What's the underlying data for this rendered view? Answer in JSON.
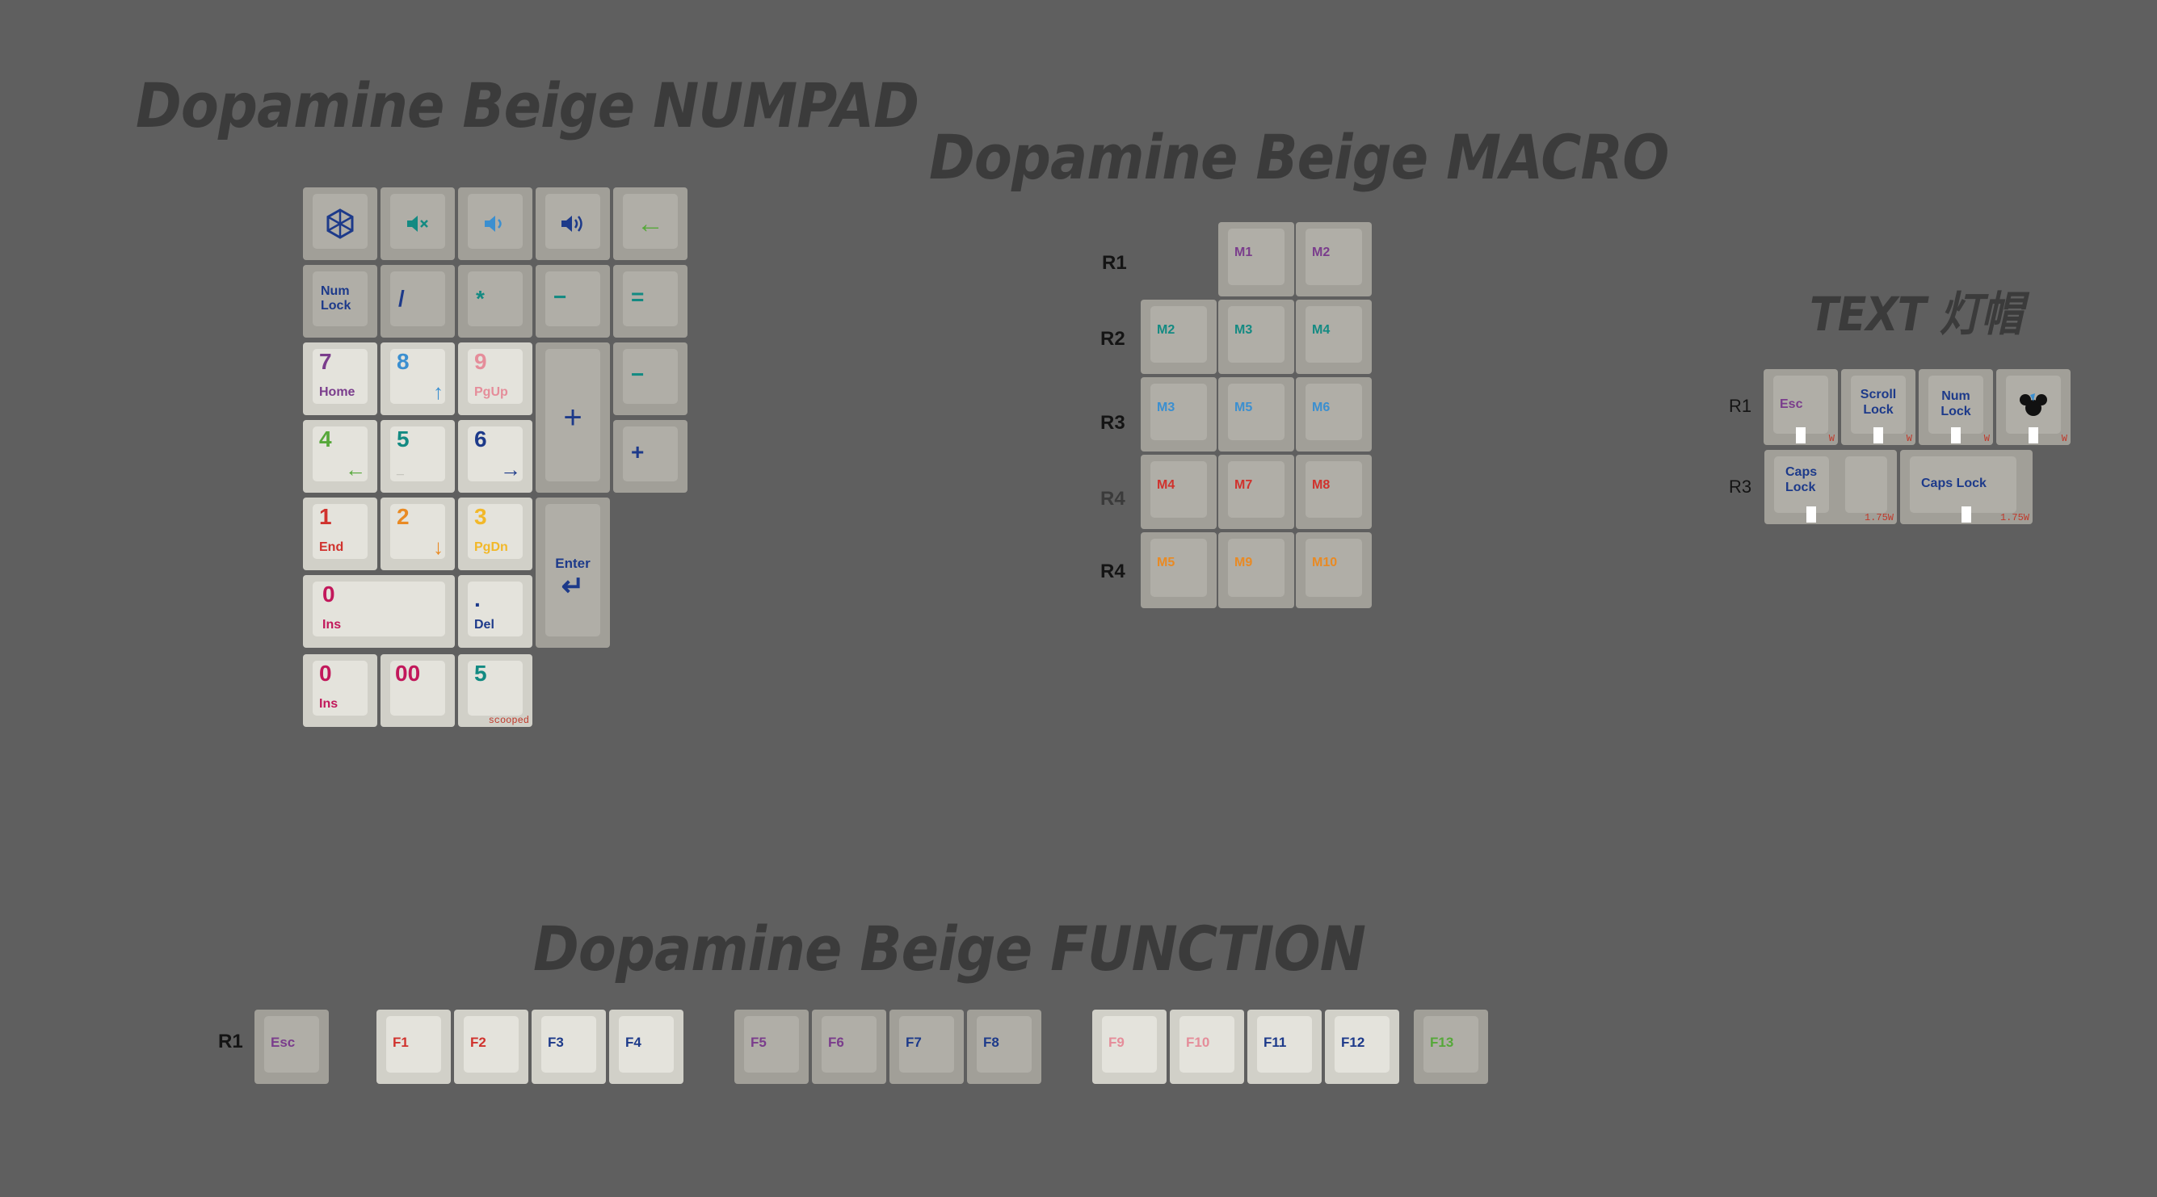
{
  "titles": {
    "numpad": "Dopamine Beige NUMPAD",
    "macro": "Dopamine Beige MACRO",
    "text": "TEXT 灯帽",
    "function": "Dopamine Beige FUNCTION"
  },
  "colors": {
    "background": "#5f5f5f",
    "title": "#3b3b3b",
    "purple": "#7a3d8c",
    "teal": "#138a82",
    "blue": "#3b8fd0",
    "navy": "#1d3a8a",
    "green": "#56a83a",
    "pink": "#e58d9a",
    "magenta": "#c2185b",
    "red": "#d0322d",
    "orange": "#e98a23",
    "yellow": "#f2b829"
  },
  "numpad": {
    "logo_icon": "hexagon-cube-logo-icon",
    "mute_icon": "speaker-mute-icon",
    "vol_down_icon": "speaker-low-icon",
    "vol_up_icon": "speaker-high-icon",
    "backspace_icon": "arrow-left-icon",
    "backspace_glyph": "←",
    "numlock": "Num\nLock",
    "slash": "/",
    "star": "*",
    "minus": "−",
    "equals": "=",
    "k7": "7",
    "k7_sub": "Home",
    "k8": "8",
    "k8_sub": "↑",
    "k9": "9",
    "k9_sub": "PgUp",
    "plus_tall": "+",
    "minus2": "−",
    "k4": "4",
    "k4_sub": "←",
    "k5": "5",
    "k5_sub": "_",
    "k6": "6",
    "k6_sub": "→",
    "plus2": "+",
    "k1": "1",
    "k1_sub": "End",
    "k2": "2",
    "k2_sub": "↓",
    "k3": "3",
    "k3_sub": "PgDn",
    "enter": "Enter",
    "enter_arrow": "↵",
    "k0": "0",
    "k0_sub": "Ins",
    "dot": ".",
    "dot_sub": "Del",
    "k0b": "0",
    "k0b_sub": "Ins",
    "k00": "00",
    "k5b": "5",
    "k5b_tag": "scooped"
  },
  "macro": {
    "rows": [
      "R1",
      "R2",
      "R3",
      "R4",
      "R4"
    ],
    "r1": [
      "M1",
      "M2"
    ],
    "r2": [
      "M2",
      "M3",
      "M4"
    ],
    "r3": [
      "M3",
      "M5",
      "M6"
    ],
    "r4a": [
      "M4",
      "M7",
      "M8"
    ],
    "r4b": [
      "M5",
      "M9",
      "M10"
    ]
  },
  "text": {
    "rows": [
      "R1",
      "R3"
    ],
    "esc": "Esc",
    "scroll": "Scroll\nLock",
    "numlock": "Num\nLock",
    "mouse_icon": "mouse-ears-icon",
    "w": "W",
    "caps1": "Caps\nLock",
    "caps2": "Caps Lock",
    "w175": "1.75W"
  },
  "function": {
    "row": "R1",
    "keys": [
      "Esc",
      "F1",
      "F2",
      "F3",
      "F4",
      "F5",
      "F6",
      "F7",
      "F8",
      "F9",
      "F10",
      "F11",
      "F12",
      "F13"
    ]
  }
}
